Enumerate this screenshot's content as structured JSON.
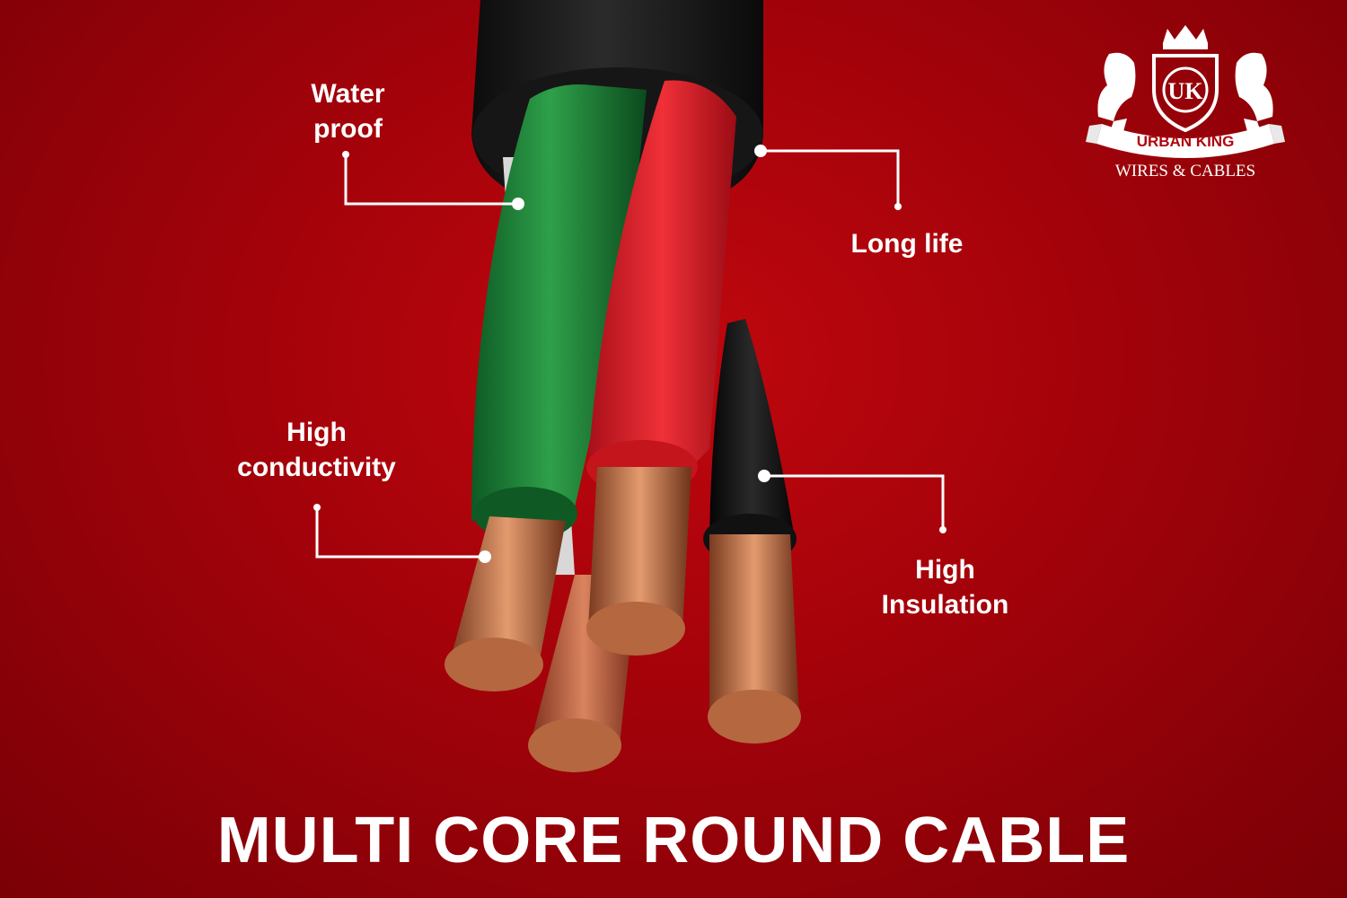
{
  "features": {
    "water_proof": [
      "Water",
      "proof"
    ],
    "long_life": [
      "Long life"
    ],
    "high_conductivity": [
      "High",
      "conductivity"
    ],
    "high_insulation": [
      "High",
      "Insulation"
    ]
  },
  "headline": "MULTI CORE ROUND CABLE",
  "brand": {
    "monogram": "UK",
    "name": "URBAN KING",
    "tagline": "WIRES & CABLES"
  },
  "colors": {
    "background": "#b0040c",
    "core_green": "#1f8a3a",
    "core_red": "#e8242c",
    "sheath_black": "#1a1a1a",
    "copper": "#c0714a",
    "text": "#ffffff"
  }
}
